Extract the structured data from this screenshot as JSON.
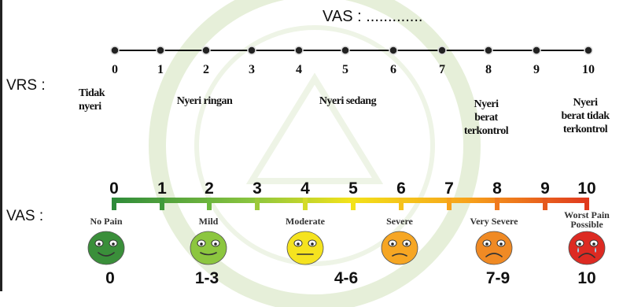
{
  "vas_top_label": "VAS : .............",
  "vrs_label": "VRS :",
  "vas_label": "VAS :",
  "vrs_scale": {
    "numbers": [
      "0",
      "1",
      "2",
      "3",
      "4",
      "5",
      "6",
      "7",
      "8",
      "9",
      "10"
    ],
    "groups": [
      {
        "lines": [
          "Tidak",
          "nyeri"
        ]
      },
      {
        "lines": [
          "Nyeri ringan"
        ]
      },
      {
        "lines": [
          "Nyeri sedang"
        ]
      },
      {
        "lines": [
          "Nyeri",
          "berat",
          "terkontrol"
        ]
      },
      {
        "lines": [
          "Nyeri",
          "berat tidak",
          "terkontrol"
        ]
      }
    ]
  },
  "vas_scale": {
    "numbers": [
      "0",
      "1",
      "2",
      "3",
      "4",
      "5",
      "6",
      "7",
      "8",
      "9",
      "10"
    ],
    "gradient_colors": [
      "#2e8b3a",
      "#8cc63f",
      "#f2e21a",
      "#f7a21b",
      "#e03a1e"
    ],
    "faces": [
      {
        "label": "No Pain",
        "range": "0",
        "color": "#3a8f3a",
        "icon": "smile-face-icon"
      },
      {
        "label": "Mild",
        "range": "1-3",
        "color": "#8cc63f",
        "icon": "slight-smile-face-icon"
      },
      {
        "label": "Moderate",
        "range": "4-6",
        "color": "#f5e31f",
        "icon": "neutral-face-icon"
      },
      {
        "label": "Severe",
        "range": "",
        "color": "#f6a623",
        "icon": "frown-face-icon"
      },
      {
        "label": "Very Severe",
        "range": "7-9",
        "color": "#f08a24",
        "icon": "sad-face-icon"
      },
      {
        "label_lines": [
          "Worst Pain",
          "Possible"
        ],
        "range": "10",
        "color": "#dd2a22",
        "icon": "crying-face-icon"
      }
    ]
  }
}
